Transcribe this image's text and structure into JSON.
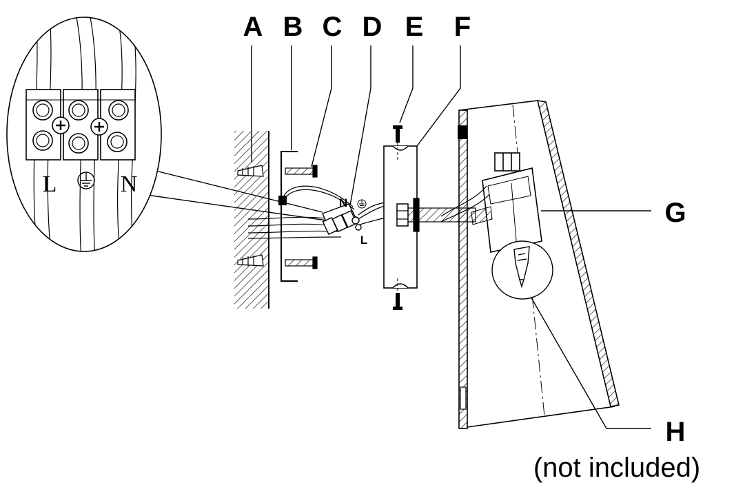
{
  "callouts": {
    "a": "A",
    "b": "B",
    "c": "C",
    "d": "D",
    "e": "E",
    "f": "F",
    "g": "G",
    "h": "H"
  },
  "note_not_included": "(not included)",
  "terminal_labels": {
    "live": "L",
    "neutral": "N"
  },
  "wire_labels": {
    "neutral": "N",
    "live": "L"
  },
  "icons": {
    "earth": "earth-ground-icon",
    "screw": "cross-screw-icon"
  },
  "colors": {
    "line": "#000000",
    "background": "#ffffff",
    "hatch": "#444444"
  }
}
